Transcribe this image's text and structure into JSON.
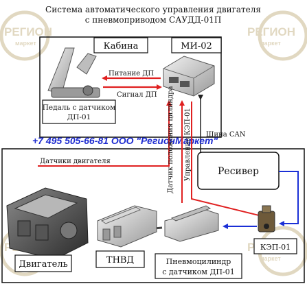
{
  "title_line1": "Система автоматического управления двигателя",
  "title_line2": "с пневмоприводом САУДД-01П",
  "boxes": {
    "cabin": "Кабина",
    "mi02": "МИ-02",
    "pedal_line1": "Педаль с датчиком",
    "pedal_line2": "ДП-01",
    "receiver": "Ресивер",
    "engine": "Двигатель",
    "tnvd": "ТНВД",
    "pneumo_line1": "Пневмоцилиндр",
    "pneumo_line2": "с датчиком ДП-01",
    "kep": "КЭП-01"
  },
  "signals": {
    "power_dp": "Питание ДП",
    "signal_dp": "Сигнал ДП",
    "can_bus": "Шина CAN",
    "engine_sensors": "Датчики двигателя",
    "cylinder_position_sensor": "Датчик положения цилиндра",
    "control_kep": "Управление КЭП-01"
  },
  "contact": "+7 495 505-66-81 ООО \"РегионМаркет\"",
  "watermark": {
    "brand": "РЕГИОН",
    "sub": "маркет"
  },
  "colors": {
    "signal_red": "#e02020",
    "air_blue": "#1a2fd6",
    "contact_blue": "#1d2bd0",
    "watermark": "#c9b98f"
  }
}
